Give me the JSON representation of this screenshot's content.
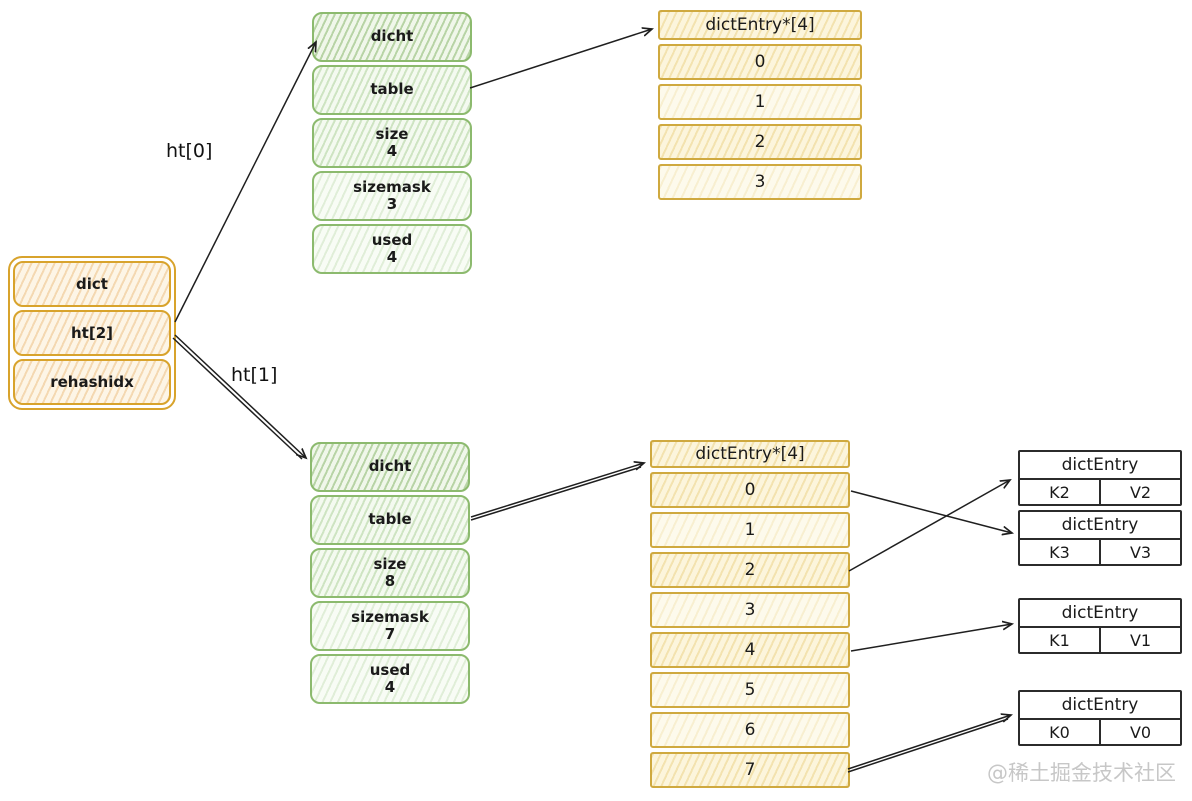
{
  "dict_box": {
    "cells": [
      "dict",
      "ht[2]",
      "rehashidx"
    ]
  },
  "edge_labels": {
    "ht0": "ht[0]",
    "ht1": "ht[1]"
  },
  "ht0_table": {
    "cells": [
      {
        "label": "dicht",
        "value": ""
      },
      {
        "label": "table",
        "value": ""
      },
      {
        "label": "size",
        "value": "4"
      },
      {
        "label": "sizemask",
        "value": "3"
      },
      {
        "label": "used",
        "value": "4"
      }
    ]
  },
  "ht1_table": {
    "cells": [
      {
        "label": "dicht",
        "value": ""
      },
      {
        "label": "table",
        "value": ""
      },
      {
        "label": "size",
        "value": "8"
      },
      {
        "label": "sizemask",
        "value": "7"
      },
      {
        "label": "used",
        "value": "4"
      }
    ]
  },
  "ht0_array": {
    "header": "dictEntry*[4]",
    "slots": [
      "0",
      "1",
      "2",
      "3"
    ]
  },
  "ht1_array": {
    "header": "dictEntry*[4]",
    "slots": [
      "0",
      "1",
      "2",
      "3",
      "4",
      "5",
      "6",
      "7"
    ]
  },
  "dict_entries": [
    {
      "title": "dictEntry",
      "key": "K2",
      "value": "V2"
    },
    {
      "title": "dictEntry",
      "key": "K3",
      "value": "V3"
    },
    {
      "title": "dictEntry",
      "key": "K1",
      "value": "V1"
    },
    {
      "title": "dictEntry",
      "key": "K0",
      "value": "V0"
    }
  ],
  "watermark": "@稀土掘金技术社区",
  "colors": {
    "orange_border": "#d8a32c",
    "green_border": "#8cba6e",
    "yellow_border": "#cfa93f",
    "entry_border": "#2b2b2b",
    "arrow": "#1f1f1f",
    "watermark": "#c7c7c7"
  }
}
